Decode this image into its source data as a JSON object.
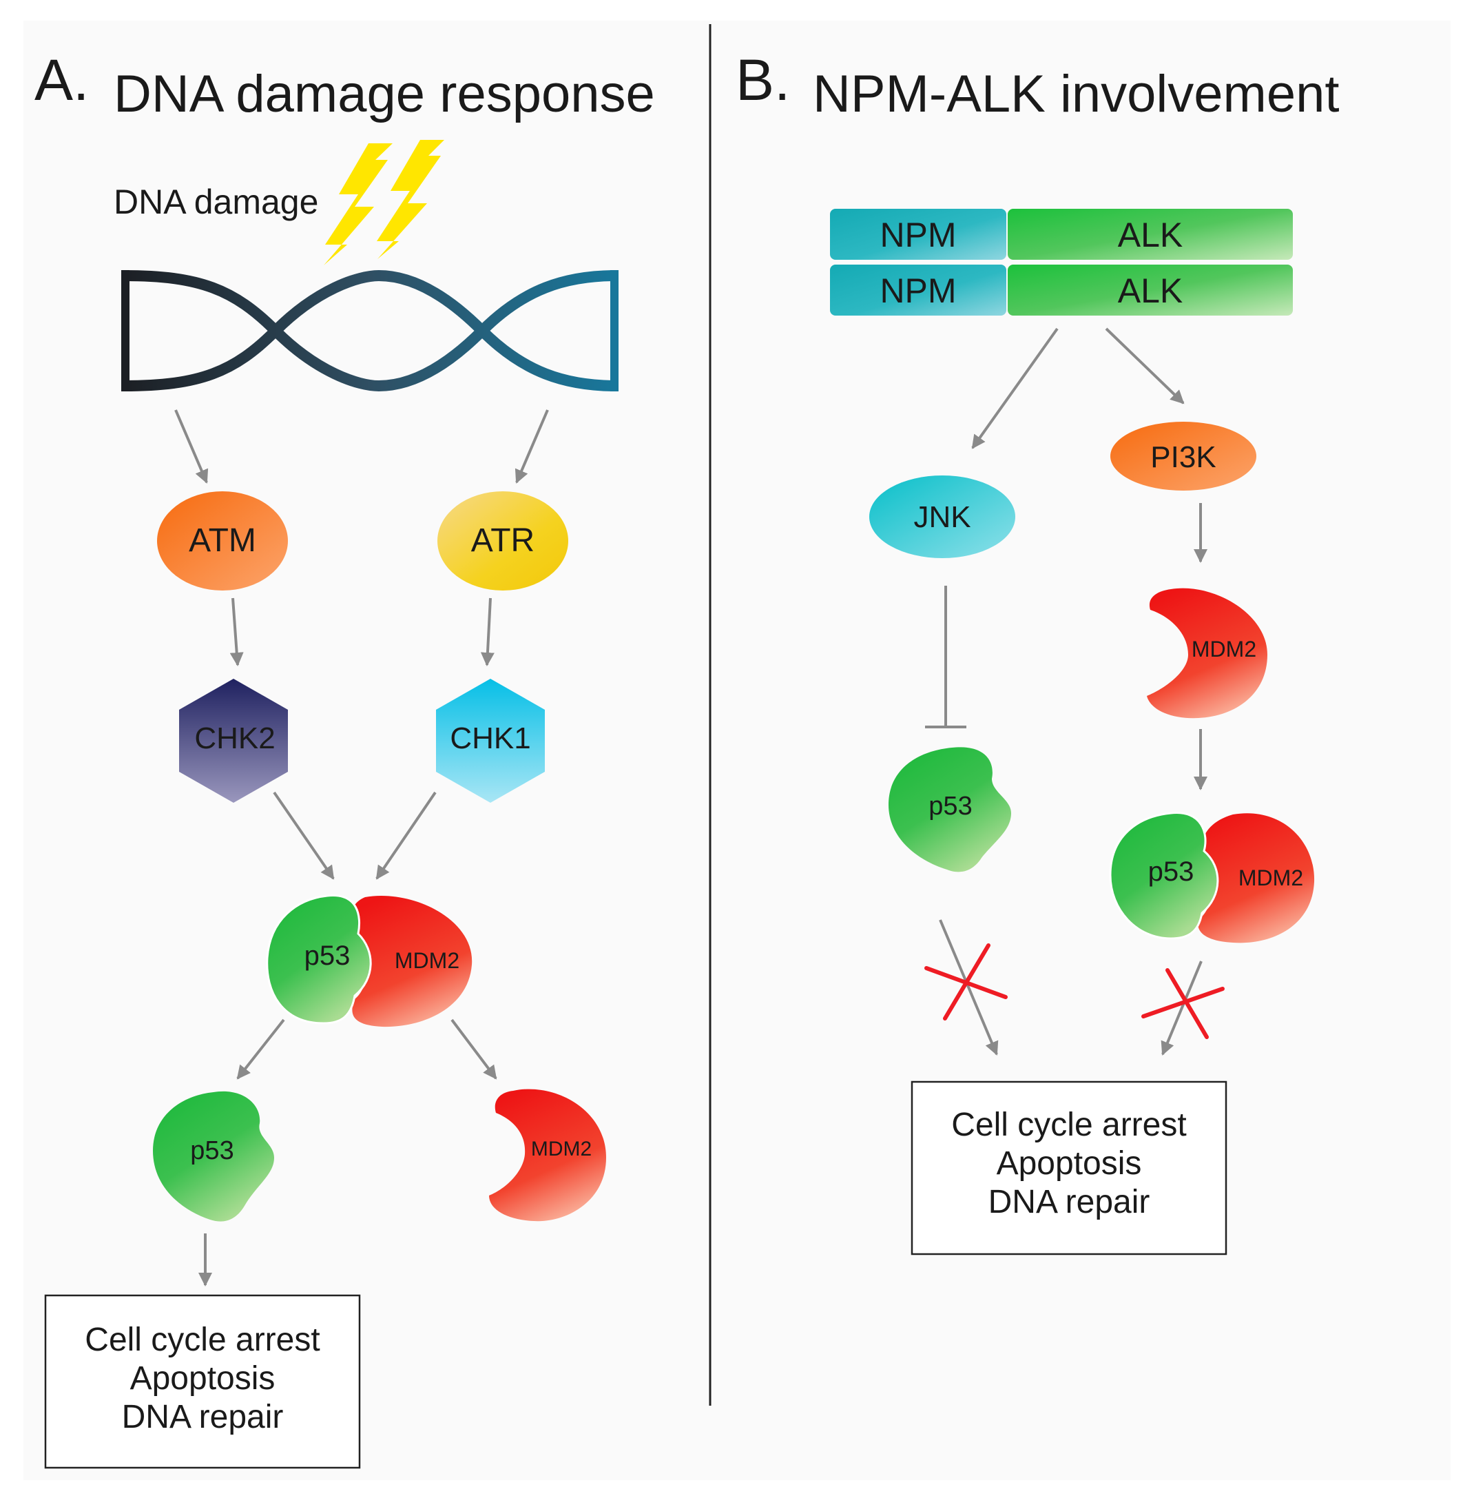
{
  "panel_a": {
    "letter": "A.",
    "title": "DNA damage response",
    "damage_label": "DNA damage",
    "atm": "ATM",
    "atr": "ATR",
    "chk2": "CHK2",
    "chk1": "CHK1",
    "complex_p53": "p53",
    "complex_mdm2": "MDM2",
    "free_p53": "p53",
    "free_mdm2": "MDM2",
    "outcome": [
      "Cell cycle arrest",
      "Apoptosis",
      "DNA repair"
    ]
  },
  "panel_b": {
    "letter": "B.",
    "title": "NPM-ALK involvement",
    "npm_top": "NPM",
    "alk_top": "ALK",
    "npm_bottom": "NPM",
    "alk_bottom": "ALK",
    "jnk": "JNK",
    "pi3k": "PI3K",
    "mdm2": "MDM2",
    "p53": "p53",
    "complex_p53": "p53",
    "complex_mdm2": "MDM2",
    "outcome": [
      "Cell cycle arrest",
      "Apoptosis",
      "DNA repair"
    ]
  },
  "colors": {
    "arrow": "#8a8a8a",
    "block_x": "#ee1c24",
    "lightning": "#ffe600",
    "divider": "#222222"
  }
}
